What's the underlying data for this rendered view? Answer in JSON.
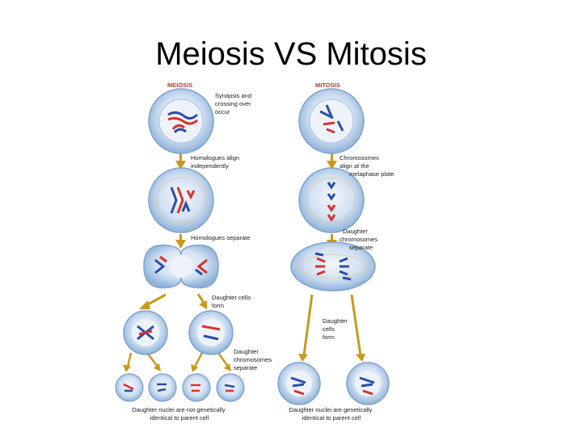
{
  "slide": {
    "title": "Meiosis VS Mitosis"
  },
  "colors": {
    "cell_outer": "#8fb3d9",
    "cell_inner": "#c9daf0",
    "nucleus": "#eef3fb",
    "arrow": "#c79a1a",
    "chrom_red": "#d8312f",
    "chrom_blue": "#2b4fa8",
    "heading": "#b23a2a"
  },
  "diagram": {
    "meiosis_heading": "MEIOSIS",
    "mitosis_heading": "MITOSIS",
    "labels": {
      "synapsis": [
        "Synapsis and",
        "crossing over",
        "occur"
      ],
      "homologues_align": [
        "Homologues align",
        "independently"
      ],
      "chromosomes_align": [
        "Chromosomes",
        "align at the",
        "metaphase plate"
      ],
      "homologues_separate": [
        "Homologues  separate"
      ],
      "daughter_chrom_separate_mitosis": [
        "Daughter",
        "chromosomes",
        "separate"
      ],
      "daughter_cells_form_meiosis": [
        "Daughter cells",
        "form"
      ],
      "daughter_cells_form_mitosis": [
        "Daughter",
        "cells",
        "form"
      ],
      "daughter_chrom_separate_meiosis": [
        "Daughter",
        "chromosomes",
        "separate"
      ],
      "meiosis_result": [
        "Daughter nuclei are not genetically",
        "identical to parent cell"
      ],
      "mitosis_result": [
        "Daughter nuclei are genetically",
        "identical to parent cell"
      ]
    }
  }
}
